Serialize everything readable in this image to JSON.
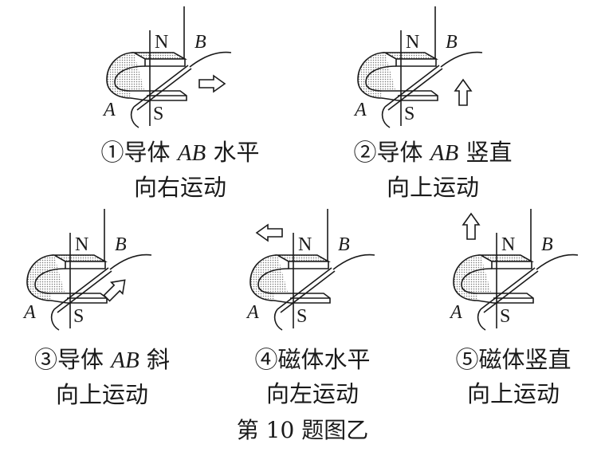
{
  "labels": {
    "north": "N",
    "south": "S",
    "end_a": "A",
    "end_b": "B"
  },
  "panels": [
    {
      "number": "①",
      "subject": "导体",
      "conductor": "AB",
      "line1_rest": "水平",
      "line2": "向右运动",
      "arrow": "right"
    },
    {
      "number": "②",
      "subject": "导体",
      "conductor": "AB",
      "line1_rest": "竖直",
      "line2": "向上运动",
      "arrow": "up"
    },
    {
      "number": "③",
      "subject": "导体",
      "conductor": "AB",
      "line1_rest": "斜",
      "line2": "向上运动",
      "arrow": "diagonal"
    },
    {
      "number": "④",
      "subject": "磁体",
      "conductor": "",
      "line1_rest": "水平",
      "line2": "向左运动",
      "arrow": "left"
    },
    {
      "number": "⑤",
      "subject": "磁体",
      "conductor": "",
      "line1_rest": "竖直",
      "line2": "向上运动",
      "arrow": "up"
    }
  ],
  "figure_title": "第 10 题图乙"
}
